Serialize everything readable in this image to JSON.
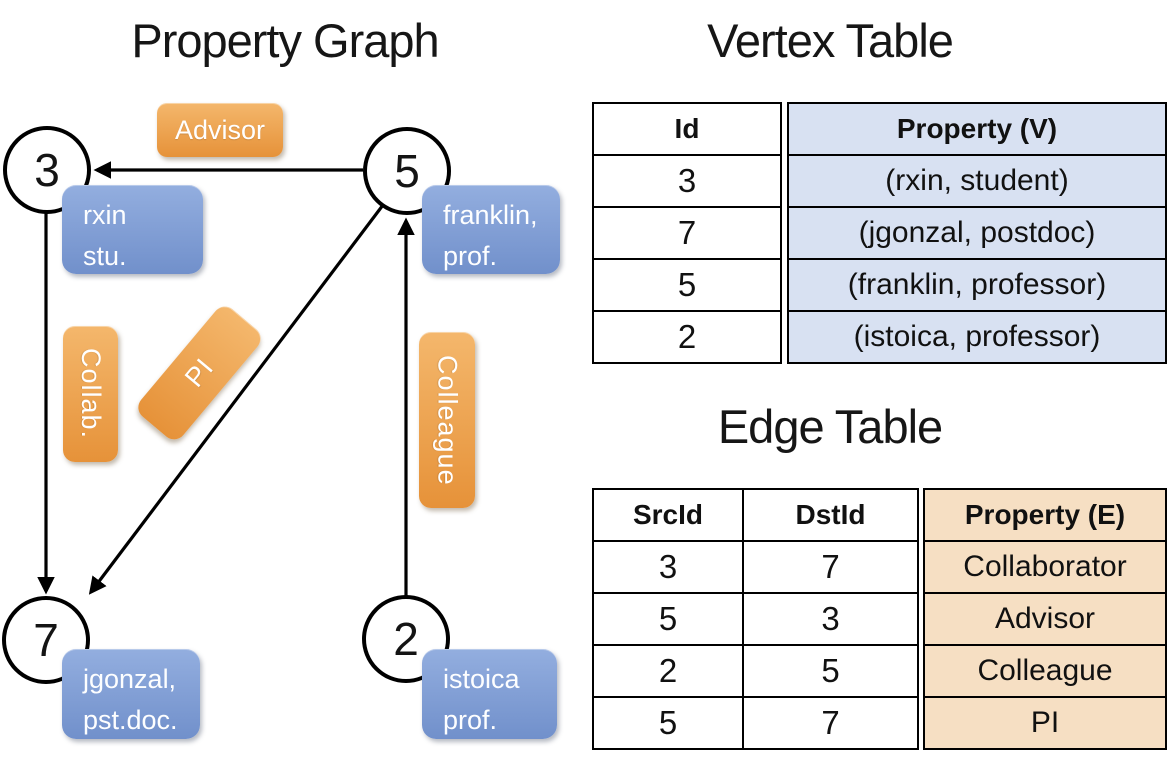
{
  "graph": {
    "title": "Property Graph",
    "nodes": [
      {
        "id": "3",
        "label_lines": [
          "rxin",
          "stu."
        ]
      },
      {
        "id": "5",
        "label_lines": [
          "franklin,",
          "prof."
        ]
      },
      {
        "id": "7",
        "label_lines": [
          "jgonzal,",
          "pst.doc."
        ]
      },
      {
        "id": "2",
        "label_lines": [
          "istoica",
          "prof."
        ]
      }
    ],
    "edge_labels": {
      "advisor": "Advisor",
      "collab": "Collab.",
      "pi": "PI",
      "colleague": "Colleague"
    }
  },
  "vertex_table": {
    "title": "Vertex Table",
    "columns": [
      "Id",
      "Property (V)"
    ],
    "rows": [
      [
        "3",
        "(rxin, student)"
      ],
      [
        "7",
        "(jgonzal, postdoc)"
      ],
      [
        "5",
        "(franklin, professor)"
      ],
      [
        "2",
        "(istoica, professor)"
      ]
    ]
  },
  "edge_table": {
    "title": "Edge Table",
    "columns": [
      "SrcId",
      "DstId",
      "Property (E)"
    ],
    "rows": [
      [
        "3",
        "7",
        "Collaborator"
      ],
      [
        "5",
        "3",
        "Advisor"
      ],
      [
        "2",
        "5",
        "Colleague"
      ],
      [
        "5",
        "7",
        "PI"
      ]
    ]
  },
  "colors": {
    "edge_label_orange_top": "#F4B76C",
    "edge_label_orange_bottom": "#E69239",
    "vertex_label_blue_top": "#93AEDF",
    "vertex_label_blue_bottom": "#7190CB",
    "vertex_property_fill": "#D8E1F2",
    "edge_property_fill": "#F6DFC3",
    "line_color": "#000000"
  }
}
